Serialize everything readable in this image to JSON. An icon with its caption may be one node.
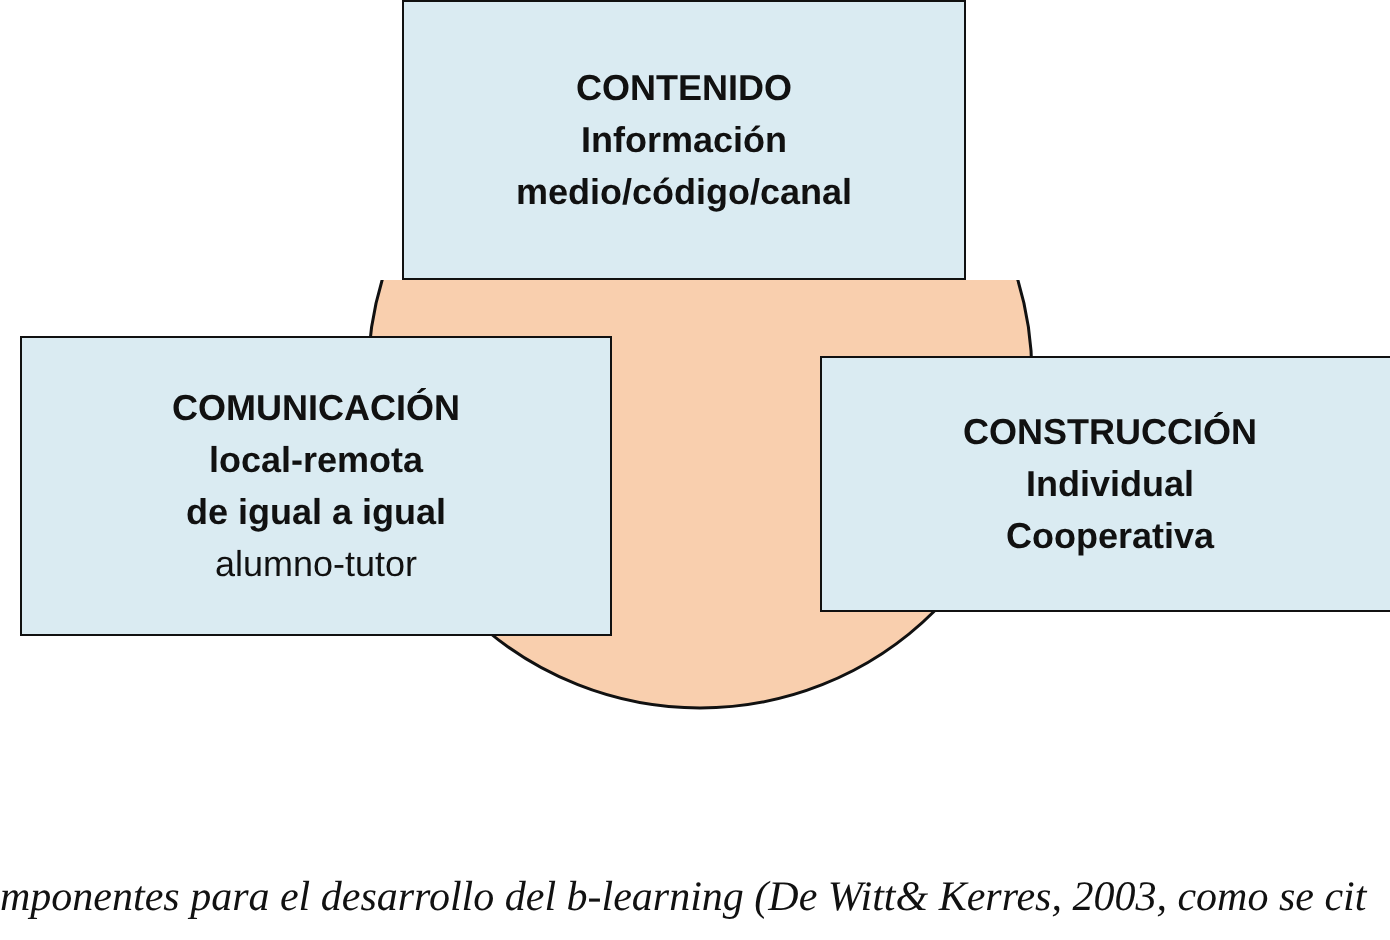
{
  "diagram": {
    "caption": "mponentes para el desarrollo del b-learning (De Witt& Kerres, 2003, como se cit",
    "nodes": [
      {
        "text": [
          "CONTENIDO",
          "Información",
          "medio/código/canal"
        ]
      },
      {
        "text": [],
        "shape": "circle"
      },
      {
        "text": [
          "COMUNICACIÓN",
          "local-remota",
          "de igual a igual",
          "alumno-tutor"
        ]
      },
      {
        "text": [
          "CONSTRUCCIÓN",
          "Individual",
          "Cooperativa"
        ]
      }
    ],
    "edges": []
  }
}
